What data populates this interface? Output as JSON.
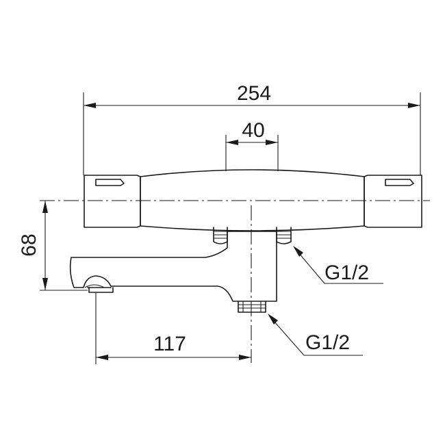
{
  "dimensions": {
    "overall_width": "254",
    "connection_spacing": "40",
    "height": "68",
    "spout_reach": "117"
  },
  "thread_labels": {
    "upper": "G1/2",
    "lower": "G1/2"
  }
}
